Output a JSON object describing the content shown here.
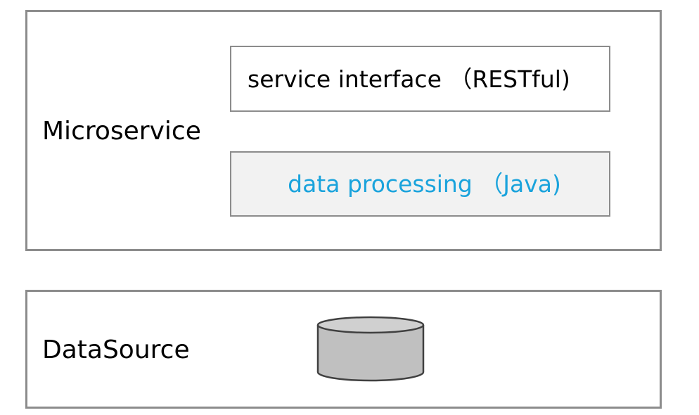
{
  "layers": {
    "microservice": {
      "label": "Microservice",
      "components": {
        "interface": "service interface （RESTful)",
        "processing": "data processing （Java)"
      }
    },
    "datasource": {
      "label": "DataSource",
      "icon": "database-icon"
    }
  },
  "colors": {
    "border": "#8c8c8c",
    "processing_text": "#1aa3dc",
    "processing_fill": "#f2f2f2",
    "database_fill": "#c0c0c0",
    "database_stroke": "#404040"
  }
}
